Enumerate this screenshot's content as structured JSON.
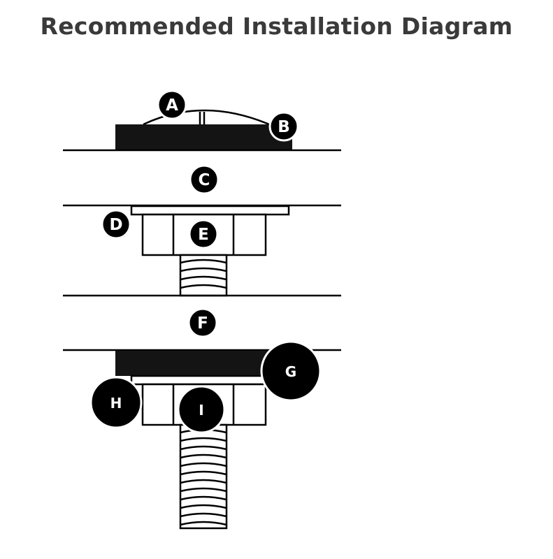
{
  "title": "Recommended Installation Diagram",
  "labels": {
    "a": "A",
    "b": "B",
    "c": "C",
    "d": "D",
    "e": "E",
    "f": "F",
    "g": "G",
    "h": "H",
    "i": "I"
  }
}
